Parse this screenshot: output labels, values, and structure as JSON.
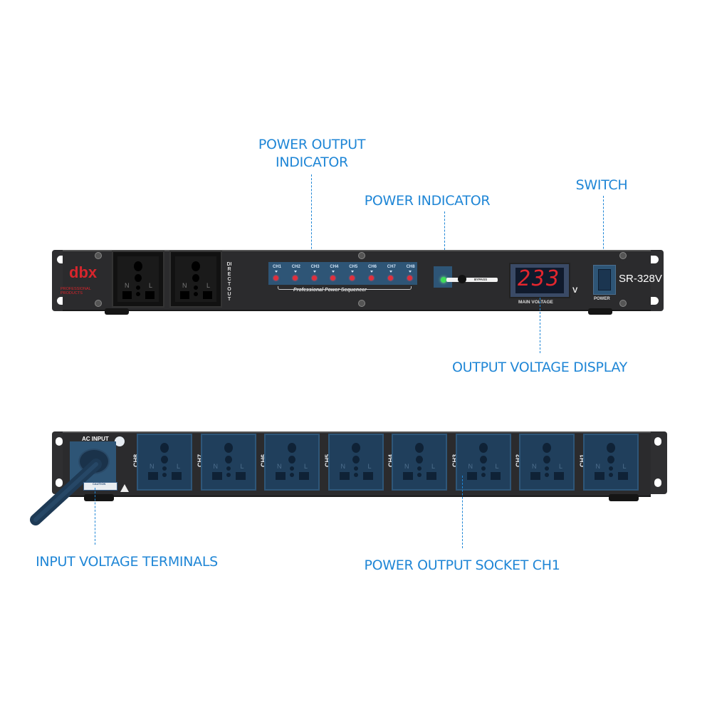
{
  "callouts": {
    "power_output_indicator": [
      "POWER OUTPUT",
      "INDICATOR"
    ],
    "power_indicator": "POWER INDICATOR",
    "switch": "SWITCH",
    "output_voltage_display": "OUTPUT VOLTAGE DISPLAY",
    "input_voltage_terminals": "INPUT VOLTAGE TERMINALS",
    "power_output_socket_ch1": "POWER OUTPUT SOCKET CH1"
  },
  "front_panel": {
    "brand": "dbx",
    "brand_tagline": "PROFESSIONAL PRODUCTS",
    "direct_out_label": "DIRECT OUT",
    "socket_labels": {
      "n": "N",
      "l": "L"
    },
    "channels": [
      "CH1",
      "CH2",
      "CH3",
      "CH4",
      "CH5",
      "CH6",
      "CH7",
      "CH8"
    ],
    "sequencer_label": "Professional Power Sequencer",
    "bypass_label": "BYPASS",
    "voltage_reading": "233",
    "voltage_unit": "V",
    "voltage_label": "MAIN VOLTAGE",
    "model": "SR-328V",
    "power_label": "POWER",
    "colors": {
      "accent": "#1f86d6",
      "led": "#e0303d",
      "power_led": "#3fdc5a",
      "brand": "#d7252c"
    }
  },
  "rear_panel": {
    "ac_input_label": "AC INPUT",
    "caution_label": "CAUTION",
    "channels": [
      "CH8",
      "CH7",
      "CH6",
      "CH5",
      "CH4",
      "CH3",
      "CH2",
      "CH1"
    ]
  }
}
